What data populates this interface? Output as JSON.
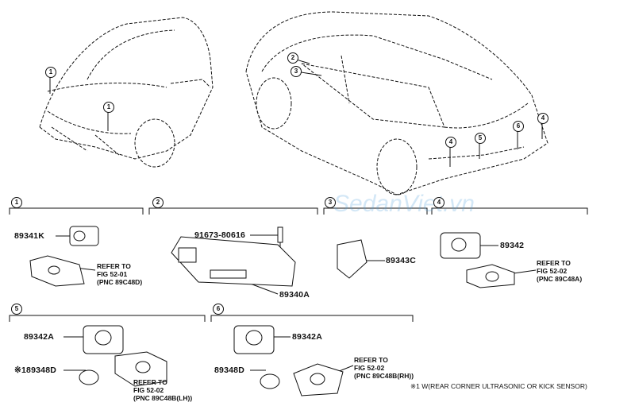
{
  "watermark": "SedanViet.vn",
  "callout_numbers": [
    "1",
    "2",
    "3",
    "4",
    "5",
    "6"
  ],
  "sections": {
    "s1": {
      "number": "1",
      "part_a": "89341K",
      "refer_line1": "REFER TO",
      "refer_line2": "FIG 52-01",
      "refer_line3": "(PNC 89C48D)"
    },
    "s2": {
      "number": "2",
      "bolt_part": "91673-80616",
      "part_a": "89340A"
    },
    "s3": {
      "number": "3",
      "part_a": "89343C"
    },
    "s4": {
      "number": "4",
      "part_a": "89342",
      "refer_line1": "REFER TO",
      "refer_line2": "FIG 52-02",
      "refer_line3": "(PNC 89C48A)"
    },
    "s5": {
      "number": "5",
      "part_a": "89342A",
      "part_b": "※189348D",
      "refer_line1": "REFER TO",
      "refer_line2": "FIG 52-02",
      "refer_line3": "(PNC 89C48B(LH))"
    },
    "s6": {
      "number": "6",
      "part_a": "89342A",
      "part_b": "89348D",
      "refer_line1": "REFER TO",
      "refer_line2": "FIG 52-02",
      "refer_line3": "(PNC 89C48B(RH))"
    }
  },
  "footnote": "※1 W(REAR CORNER ULTRASONIC OR KICK SENSOR)"
}
